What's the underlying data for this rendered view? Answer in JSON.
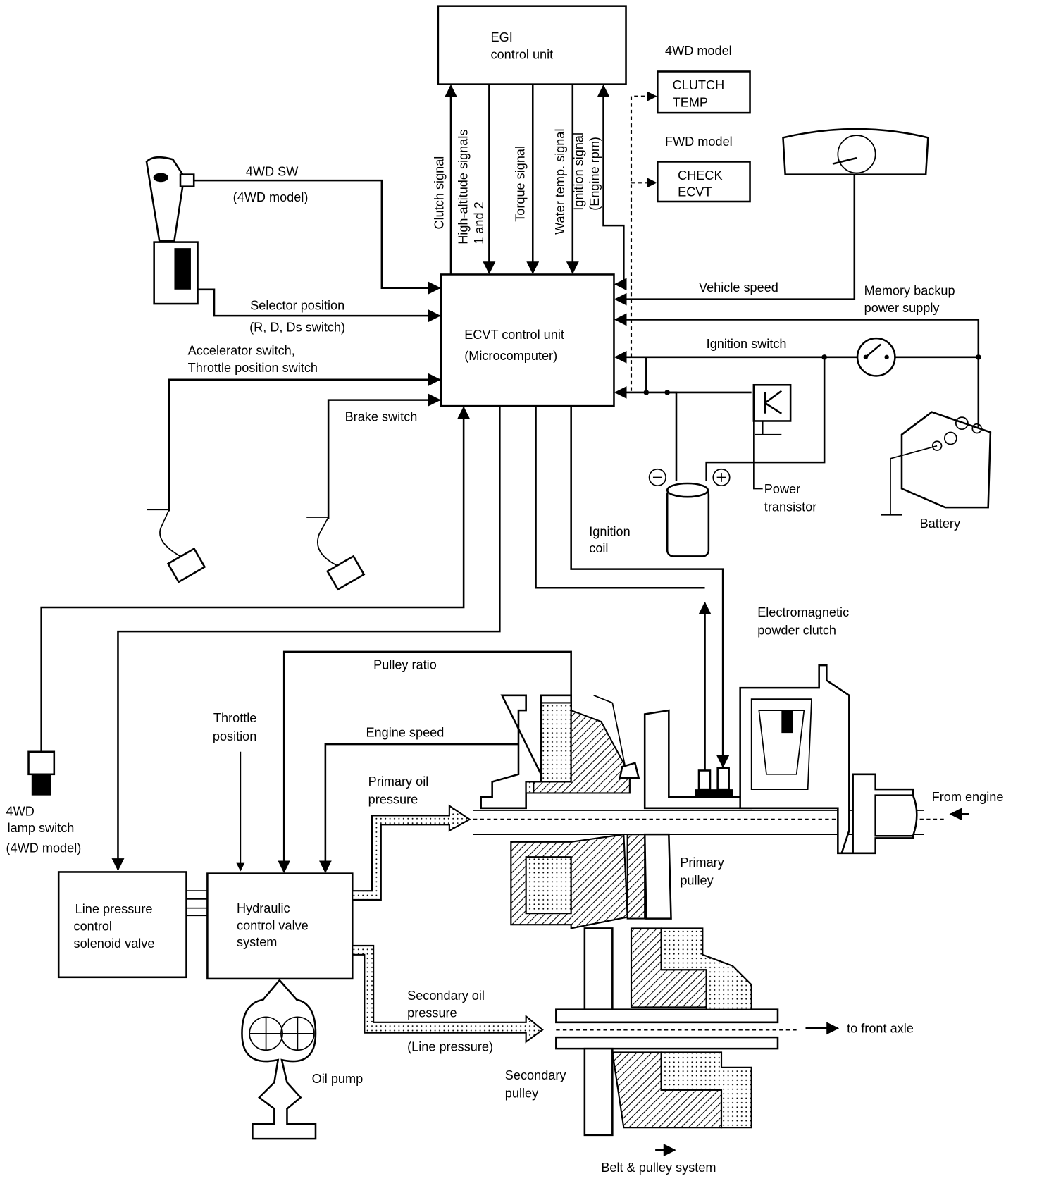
{
  "labels": {
    "egi": [
      "EGI",
      "control unit"
    ],
    "model_4wd": "4WD model",
    "clutch_temp": [
      "CLUTCH",
      "TEMP"
    ],
    "model_fwd": "FWD model",
    "check_ecvt": [
      "CHECK",
      "ECVT"
    ],
    "clutch_signal": "Clutch signal",
    "high_altitude": [
      "High-altitude signals",
      "1 and 2"
    ],
    "torque_signal": "Torque signal",
    "water_temp": "Water temp. signal",
    "ignition_signal": [
      "Ignition signal",
      "(Engine  rpm)"
    ],
    "sw_4wd": [
      "4WD  SW",
      "(4WD model)"
    ],
    "selector": [
      "Selector position",
      "(R, D, Ds switch)"
    ],
    "accelerator": [
      "Accelerator switch,",
      "Throttle position switch"
    ],
    "brake": "Brake switch",
    "ecvt": [
      "ECVT control unit",
      "(Microcomputer)"
    ],
    "vehicle_speed": "Vehicle speed",
    "memory_backup": [
      "Memory backup",
      "power supply"
    ],
    "ignition_switch": "Ignition switch",
    "power_transistor": [
      "Power",
      "transistor"
    ],
    "battery": "Battery",
    "ignition_coil": [
      "Ignition",
      "coil"
    ],
    "powder_clutch": [
      "Electromagnetic",
      "powder clutch"
    ],
    "lamp_switch": [
      "4WD",
      "lamp switch",
      "(4WD model)"
    ],
    "pulley_ratio": "Pulley ratio",
    "throttle_position": [
      "Throttle",
      "position"
    ],
    "engine_speed": "Engine speed",
    "primary_oil": [
      "Primary oil",
      "pressure"
    ],
    "from_engine": "From engine",
    "primary_pulley": [
      "Primary",
      "pulley"
    ],
    "line_pressure_valve": [
      "Line pressure",
      "control",
      "solenoid valve"
    ],
    "hydraulic": [
      "Hydraulic",
      "control valve",
      "system"
    ],
    "secondary_oil": [
      "Secondary oil",
      "pressure"
    ],
    "line_pressure": "(Line pressure)",
    "to_front_axle": "to front axle",
    "oil_pump": "Oil pump",
    "secondary_pulley": [
      "Secondary",
      "pulley"
    ],
    "belt_pulley": "Belt & pulley system"
  }
}
